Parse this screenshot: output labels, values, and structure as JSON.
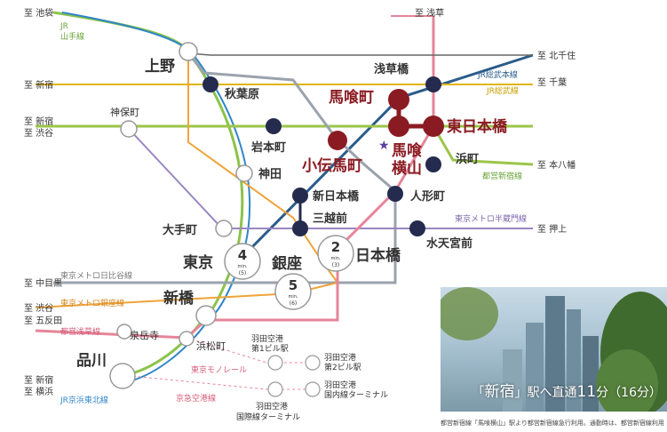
{
  "directions": {
    "ikebukuro": "至 池袋",
    "asakusa": "至 浅草",
    "kitasenju": "至 北千住",
    "chiba": "至 千葉",
    "shinjuku_top": "至 新宿",
    "shinjuku_mid": "至 新宿",
    "shibuya_mid": "至 渋谷",
    "motoyawata": "至 本八幡",
    "oshiage": "至 押上",
    "nakameguro": "至 中目黒",
    "shibuya_low": "至 渋谷",
    "gotanda": "至 五反田",
    "shinjuku_bottom": "至 新宿",
    "yokohama": "至 横浜"
  },
  "line_labels": {
    "jr_yamanote": "JR\n山手線",
    "jr_sobu_main": "JR総武本線",
    "jr_sobu": "JR総武線",
    "toei_shinjuku": "都営新宿線",
    "hanzomon": "東京メトロ半蔵門線",
    "hibiya": "東京メトロ日比谷線",
    "ginza": "東京メトロ銀座線",
    "asakusa_line": "都営浅草線",
    "monorail": "東京モノレール",
    "keikyu": "京急空港線",
    "keihin_tohoku": "JR京浜東北線"
  },
  "stations": {
    "ueno": "上野",
    "akihabara": "秋葉原",
    "jimbocho": "神保町",
    "iwamotocho": "岩本町",
    "kanda": "神田",
    "kodemmacho": "小伝馬町",
    "asakusabashi": "浅草橋",
    "bakurocho": "馬喰町",
    "higashi_nihombashi": "東日本橋",
    "bakuro_yokoyama": "馬喰\n横山",
    "hamacho": "浜町",
    "shin_nihombashi": "新日本橋",
    "mitsukoshimae": "三越前",
    "ningyocho": "人形町",
    "otemachi": "大手町",
    "suitengumae": "水天宮前",
    "tokyo": "東京",
    "ginza": "銀座",
    "nihombashi": "日本橋",
    "shimbashi": "新橋",
    "sengakuji": "泉岳寺",
    "hamamatsucho": "浜松町",
    "shinagawa": "品川",
    "haneda_t1": "羽田空港\n第1ビル駅",
    "haneda_t2": "羽田空港\n第2ビル駅",
    "haneda_intl": "羽田空港\n国際線ターミナル",
    "haneda_dom": "羽田空港\n国内線ターミナル"
  },
  "times": {
    "tokyo": {
      "min": "4",
      "unit": "min.",
      "alt": "(5)"
    },
    "ginza": {
      "min": "5",
      "unit": "min.",
      "alt": "(6)"
    },
    "nihombashi": {
      "min": "2",
      "unit": "min.",
      "alt": "(3)"
    }
  },
  "photo": {
    "quote_open": "「",
    "station": "新宿",
    "quote_close": "」",
    "text": "駅へ直通",
    "minutes": "11",
    "unit": "分",
    "alt": "（16分）",
    "caption": "都営新宿線「馬喰横山」駅より都営新宿線急行利用。通勤時は、都営新宿線利用"
  },
  "colors": {
    "yamanote": "#8bc34a",
    "keihin": "#2f86c8",
    "sobu": "#e0b500",
    "sobu_main": "#2b5c8a",
    "shinjuku_line": "#9bc54a",
    "hanzomon": "#9a86c2",
    "hibiya": "#9aa3ad",
    "ginza_line": "#f0a33a",
    "asakusa_line": "#e6859a",
    "hub": "#8a1b22",
    "station_dark": "#242b4e"
  }
}
